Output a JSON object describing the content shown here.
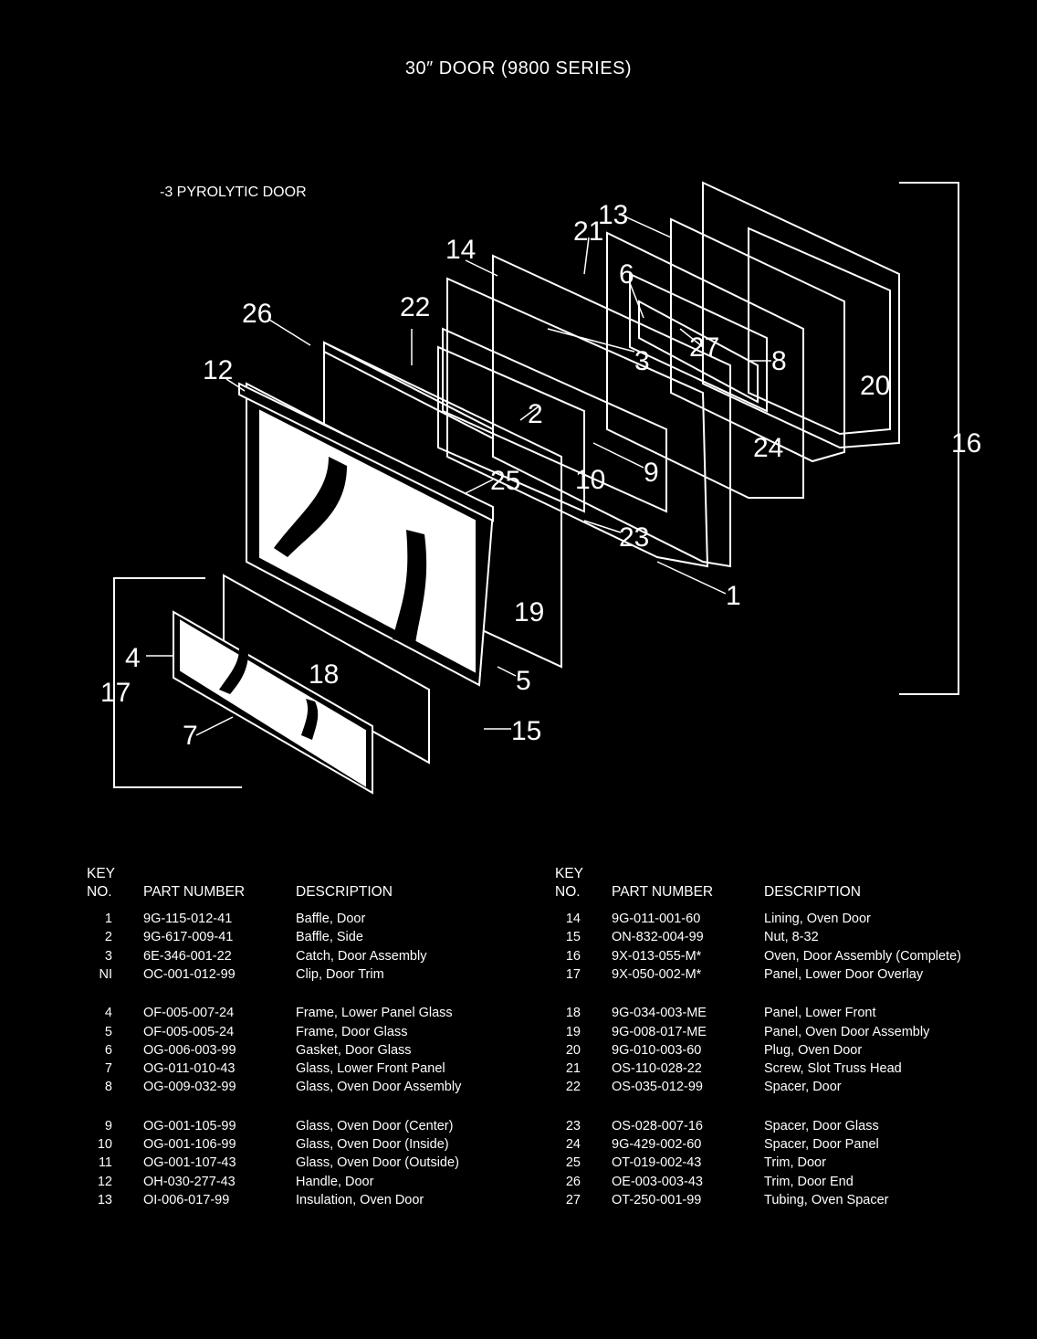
{
  "title": "30″ DOOR (9800 SERIES)",
  "subtitle": "-3 PYROLYTIC DOOR",
  "callouts": [
    "1",
    "2",
    "3",
    "4",
    "5",
    "6",
    "7",
    "8",
    "9",
    "10",
    "12",
    "13",
    "14",
    "15",
    "16",
    "17",
    "18",
    "19",
    "20",
    "21",
    "22",
    "23",
    "24",
    "25",
    "26",
    "27"
  ],
  "table_headers": {
    "key_line1": "KEY",
    "key_line2": "NO.",
    "part_number": "PART NUMBER",
    "description": "DESCRIPTION"
  },
  "left_parts": [
    {
      "key": "1",
      "part": "9G-115-012-41",
      "desc": "Baffle, Door"
    },
    {
      "key": "2",
      "part": "9G-617-009-41",
      "desc": "Baffle, Side"
    },
    {
      "key": "3",
      "part": "6E-346-001-22",
      "desc": "Catch, Door Assembly"
    },
    {
      "key": "NI",
      "part": "OC-001-012-99",
      "desc": "Clip, Door Trim"
    },
    {
      "key": "4",
      "part": "OF-005-007-24",
      "desc": "Frame, Lower Panel Glass"
    },
    {
      "key": "5",
      "part": "OF-005-005-24",
      "desc": "Frame, Door Glass"
    },
    {
      "key": "6",
      "part": "OG-006-003-99",
      "desc": "Gasket, Door Glass"
    },
    {
      "key": "7",
      "part": "OG-011-010-43",
      "desc": "Glass, Lower Front Panel"
    },
    {
      "key": "8",
      "part": "OG-009-032-99",
      "desc": "Glass, Oven Door Assembly"
    },
    {
      "key": "9",
      "part": "OG-001-105-99",
      "desc": "Glass, Oven Door (Center)"
    },
    {
      "key": "10",
      "part": "OG-001-106-99",
      "desc": "Glass, Oven Door (Inside)"
    },
    {
      "key": "11",
      "part": "OG-001-107-43",
      "desc": "Glass, Oven Door (Outside)"
    },
    {
      "key": "12",
      "part": "OH-030-277-43",
      "desc": "Handle, Door"
    },
    {
      "key": "13",
      "part": "OI-006-017-99",
      "desc": "Insulation, Oven Door"
    }
  ],
  "right_parts": [
    {
      "key": "14",
      "part": "9G-011-001-60",
      "desc": "Lining, Oven Door"
    },
    {
      "key": "15",
      "part": "ON-832-004-99",
      "desc": "Nut, 8-32"
    },
    {
      "key": "16",
      "part": "9X-013-055-M*",
      "desc": "Oven, Door Assembly (Complete)"
    },
    {
      "key": "17",
      "part": "9X-050-002-M*",
      "desc": "Panel, Lower Door Overlay"
    },
    {
      "key": "18",
      "part": "9G-034-003-ME",
      "desc": "Panel, Lower Front"
    },
    {
      "key": "19",
      "part": "9G-008-017-ME",
      "desc": "Panel, Oven Door Assembly"
    },
    {
      "key": "20",
      "part": "9G-010-003-60",
      "desc": "Plug, Oven Door"
    },
    {
      "key": "21",
      "part": "OS-110-028-22",
      "desc": "Screw, Slot Truss Head"
    },
    {
      "key": "22",
      "part": "OS-035-012-99",
      "desc": "Spacer, Door"
    },
    {
      "key": "23",
      "part": "OS-028-007-16",
      "desc": "Spacer, Door Glass"
    },
    {
      "key": "24",
      "part": "9G-429-002-60",
      "desc": "Spacer, Door Panel"
    },
    {
      "key": "25",
      "part": "OT-019-002-43",
      "desc": "Trim, Door"
    },
    {
      "key": "26",
      "part": "OE-003-003-43",
      "desc": "Trim, Door End"
    },
    {
      "key": "27",
      "part": "OT-250-001-99",
      "desc": "Tubing, Oven Spacer"
    }
  ]
}
